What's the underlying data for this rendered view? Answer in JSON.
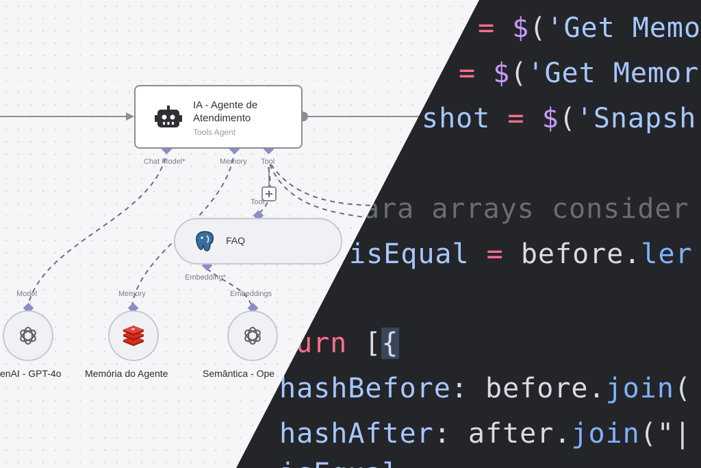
{
  "workflow": {
    "agent_node": {
      "title": "IA - Agente de Atendimento",
      "subtitle": "Tools Agent",
      "icon": "robot-icon",
      "ports": {
        "chat_model": "Chat Model",
        "chat_model_required": "*",
        "memory": "Memory",
        "tool": "Tool"
      }
    },
    "faq_node": {
      "label": "FAQ",
      "icon": "postgresql-icon",
      "port_top": "Tool",
      "port_bottom": "Embedding",
      "port_bottom_required": "*"
    },
    "model_node": {
      "port": "Model",
      "label": "enAI - GPT-4o",
      "icon": "openai-icon"
    },
    "memory_node": {
      "port": "Memory",
      "label": "Memória do Agente",
      "icon": "redis-icon"
    },
    "embeddings_node": {
      "port": "Embeddings",
      "label": "Semântica - Ope",
      "icon": "openai-icon"
    },
    "colors": {
      "port": "#8c8ccc",
      "edge": "#6a6a88",
      "required": "#ef4a5b"
    }
  },
  "code": {
    "line1": {
      "op": "= ",
      "fn": "$",
      "paren": "(",
      "str": "'Get Memo"
    },
    "line2": {
      "op": "= ",
      "fn": "$",
      "paren": "(",
      "str": "'Get Memor"
    },
    "line3": {
      "var": "shot",
      "op": " = ",
      "fn": "$",
      "paren": "(",
      "str": "'Snapsh"
    },
    "line4": {
      "comment": "ara arrays consider"
    },
    "line5": {
      "var": "isEqual",
      "op": " = ",
      "rest": "before.",
      "fn": "ler"
    },
    "line6": {
      "kw": "urn ",
      "bracket": "[",
      "cursor": "{"
    },
    "line7": {
      "key": "hashBefore",
      "colon": ": ",
      "obj": "before.",
      "fn": "join",
      "paren": "("
    },
    "line8": {
      "key": "hashAfter",
      "colon": ": ",
      "obj": "after.",
      "fn": "join",
      "paren": "(\"|"
    },
    "line9": {
      "key": "isEqual"
    },
    "colors": {
      "background": "#242529",
      "operator": "#ff6e8a",
      "string": "#a6c8ff",
      "function": "#c99bff",
      "comment": "#6a6c76"
    }
  }
}
